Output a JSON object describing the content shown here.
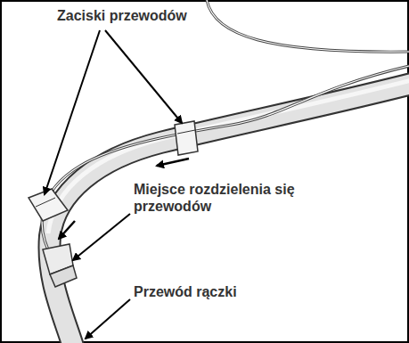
{
  "diagram": {
    "labels": [
      "Zaciski przewodów",
      "Miejsce rozdzielenia się przewodów",
      "Przewód rączki"
    ]
  }
}
